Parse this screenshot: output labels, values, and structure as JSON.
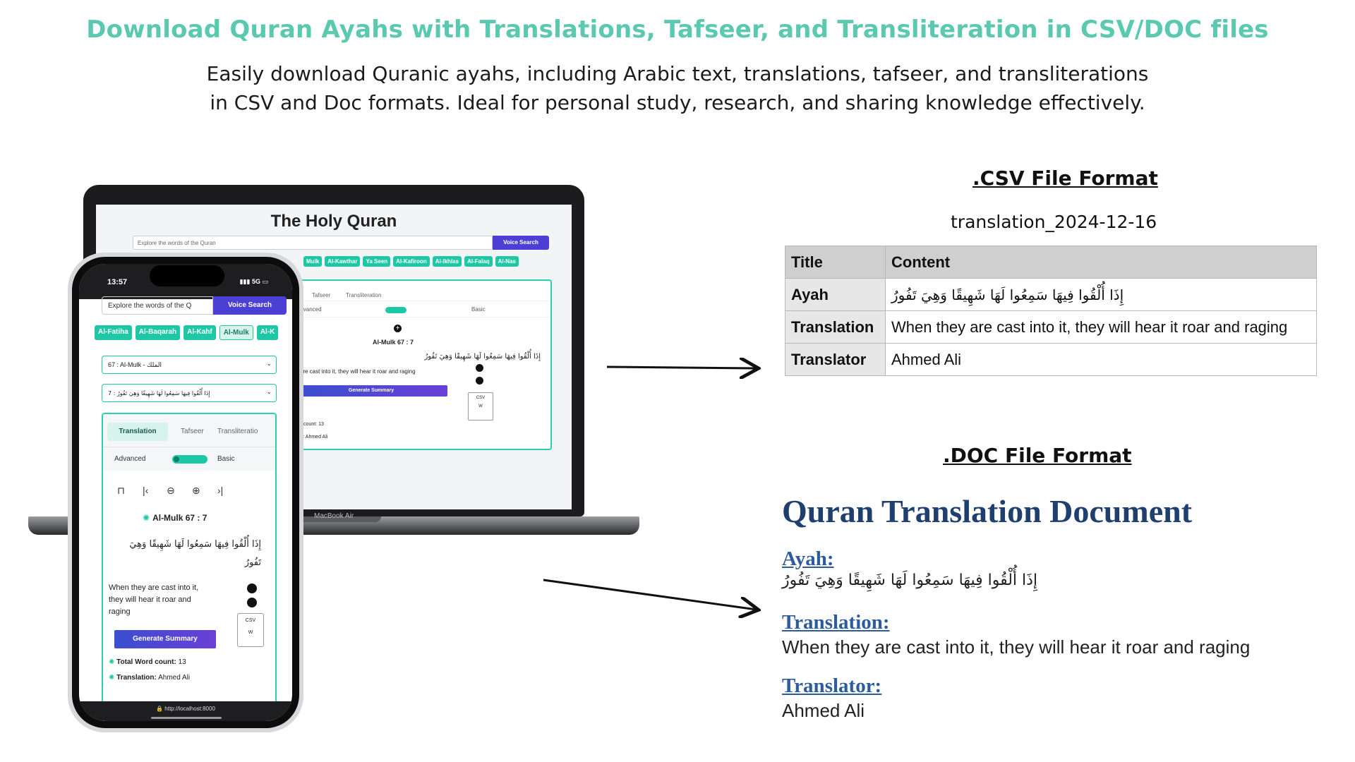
{
  "banner": {
    "headline": "Download Quran Ayahs with Translations, Tafseer, and Transliteration in CSV/DOC files",
    "subline_1": "Easily download Quranic ayahs, including Arabic text, translations, tafseer, and transliterations",
    "subline_2": "in CSV and Doc formats. Ideal for personal study, research, and sharing knowledge effectively."
  },
  "laptop": {
    "title": "The Holy Quran",
    "search_placeholder": "Explore the words of the Quran",
    "voice_button": "Voice Search",
    "chips": [
      "Mulk",
      "Al-Kawthar",
      "Ya Seen",
      "Al-Kafiroon",
      "Al-Ikhlas",
      "Al-Falaq",
      "Al-Nas"
    ],
    "tabs": [
      "n",
      "Tafseer",
      "Transliteration"
    ],
    "toggle_left": "Advanced",
    "toggle_right": "Basic",
    "reference": "Al-Mulk 67 : 7",
    "arabic": "إِذَا أُلْقُوا فِيهَا سَمِعُوا لَهَا شَهِيقًا وَهِيَ تَفُورُ",
    "translation": "r are cast into it, they will hear it roar and raging",
    "generate_button": "Generate Summary",
    "word_count": "ord count: 13",
    "translator": "tion: Ahmed Ali",
    "model": "MacBook Air",
    "file_labels": [
      "CSV",
      "W"
    ]
  },
  "phone": {
    "time": "13:57",
    "network": "5G",
    "search_value": "Explore the words of the Q",
    "voice_button": "Voice Search",
    "chips": [
      "Al-Fatiha",
      "Al-Baqarah",
      "Al-Kahf",
      "Al-Mulk",
      "Al-K"
    ],
    "active_chip": "Al-Mulk",
    "surah_select": "67 : Al-Mulk - الملك",
    "ayah_select": "إِذَا أُلْقُوا فِيهَا سَمِعُوا لَهَا شَهِيقًا وَهِيَ تَفُورُ : 7",
    "tabs": [
      "Translation",
      "Tafseer",
      "Transliteratio"
    ],
    "toggle_left": "Advanced",
    "toggle_right": "Basic",
    "reference": "Al-Mulk 67 : 7",
    "arabic": "إِذَا أُلْقُوا فِيهَا سَمِعُوا لَهَا شَهِيقًا وَهِيَ تَفُورُ",
    "translation": "When they are cast into it, they will hear it roar and raging",
    "generate_button": "Generate Summary",
    "word_count_label": "Total Word count:",
    "word_count_value": "13",
    "translator_label": "Translation:",
    "translator_value": "Ahmed Ali",
    "url": "http://localhost:8000",
    "file_labels": [
      "CSV",
      "W"
    ]
  },
  "csv": {
    "heading": ".CSV File Format",
    "filename": "translation_2024-12-16",
    "columns": [
      "Title",
      "Content"
    ],
    "rows": [
      {
        "title": "Ayah",
        "content": "إِذَا أُلْقُوا فِيهَا سَمِعُوا لَهَا شَهِيقًا وَهِيَ تَفُورُ"
      },
      {
        "title": "Translation",
        "content": "When they are cast into it, they will hear it roar and raging"
      },
      {
        "title": "Translator",
        "content": "Ahmed Ali"
      }
    ]
  },
  "doc": {
    "heading": ".DOC File Format",
    "title": "Quran Translation Document",
    "ayah_label": "Ayah:",
    "ayah_value": "إِذَا أُلْقُوا فِيهَا سَمِعُوا لَهَا شَهِيقًا وَهِيَ تَفُورُ",
    "translation_label": "Translation:",
    "translation_value": "When they are cast into it, they will hear it roar and raging",
    "translator_label": "Translator:",
    "translator_value": "Ahmed Ali"
  },
  "colors": {
    "headline": "#5bc9b0",
    "accent_teal": "#1ec7a6",
    "voice_button": "#4b3fd4",
    "doc_title": "#1f3f6e",
    "doc_label": "#2d5c9c"
  }
}
